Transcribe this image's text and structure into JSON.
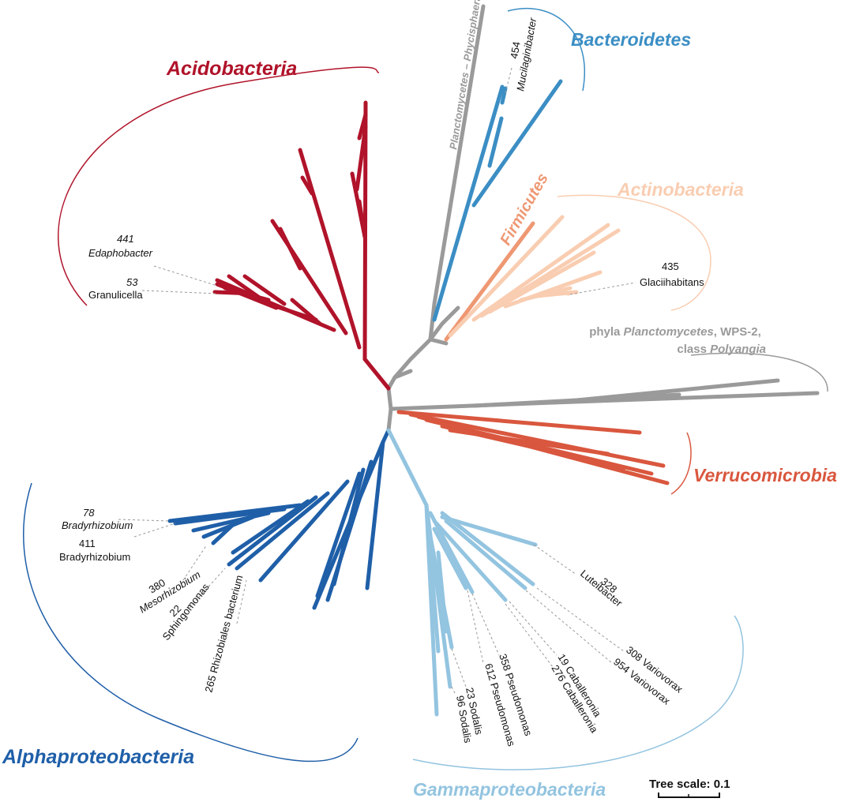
{
  "figure": {
    "colors": {
      "acidobacteria": "#b0132a",
      "bacteroidetes": "#3b8ec4",
      "actinobacteria": "#f9cdb1",
      "firmicutes": "#ee9873",
      "verrucomicrobia": "#d9573e",
      "alphaproteobacteria": "#1f5fa8",
      "gammaproteobacteria": "#93c4e0",
      "planctomycetes": "#9a9a9a"
    },
    "clades": {
      "acidobacteria": "Acidobacteria",
      "bacteroidetes": "Bacteroidetes",
      "actinobacteria": "Actinobacteria",
      "firmicutes": "Firmicutes",
      "verrucomicrobia": "Verrucomicrobia",
      "alphaproteobacteria": "Alphaproteobacteria",
      "gammaproteobacteria": "Gammaproteobacteria",
      "planctomycetes_phycisphaerae": "Planctomycetes – Phycisphaerae"
    },
    "phyla_group": {
      "prefix": "phyla ",
      "planctomycetes": "Planctomycetes",
      "wps": ", WPS-2,",
      "class_prefix": "class ",
      "polyangia": "Polyangia"
    },
    "leaves": {
      "edaphobacter": {
        "id": "441",
        "name": "Edaphobacter"
      },
      "granulicella": {
        "id": "53",
        "name": "Granulicella"
      },
      "mucilaginibacter": {
        "id": "454",
        "name": "Mucilaginibacter"
      },
      "glaciihabitans": {
        "id": "435",
        "name": "Glaciihabitans"
      },
      "bradyrhizobium78": {
        "id": "78",
        "name": "Bradyrhizobium"
      },
      "bradyrhizobium411": {
        "id": "411",
        "name": "Bradyrhizobium"
      },
      "mesorhizobium": {
        "id": "380",
        "name": "Mesorhizobium"
      },
      "sphingomonas": {
        "id": "22",
        "name": "Sphingomonas"
      },
      "rhizobiales": {
        "text": "265 Rhizobiales bacterium"
      },
      "luteibacter": {
        "id": "328",
        "name": "Luteibacter"
      },
      "variovorax308": {
        "text": "308 Variovorax"
      },
      "variovorax954": {
        "text": "954 Variovorax"
      },
      "caballeronia19": {
        "text": "19 Caballeronia"
      },
      "caballeronia276": {
        "text": "276 Caballeronia"
      },
      "pseudomonas358": {
        "text": "358 Pseudomonas"
      },
      "pseudomonas612": {
        "text": "612 Pseudomonas"
      },
      "sodalis23": {
        "text": "23 Sodalis"
      },
      "sodalis96": {
        "text": "96 Sodalis"
      }
    },
    "scale": {
      "label": "Tree scale: 0.1"
    }
  }
}
